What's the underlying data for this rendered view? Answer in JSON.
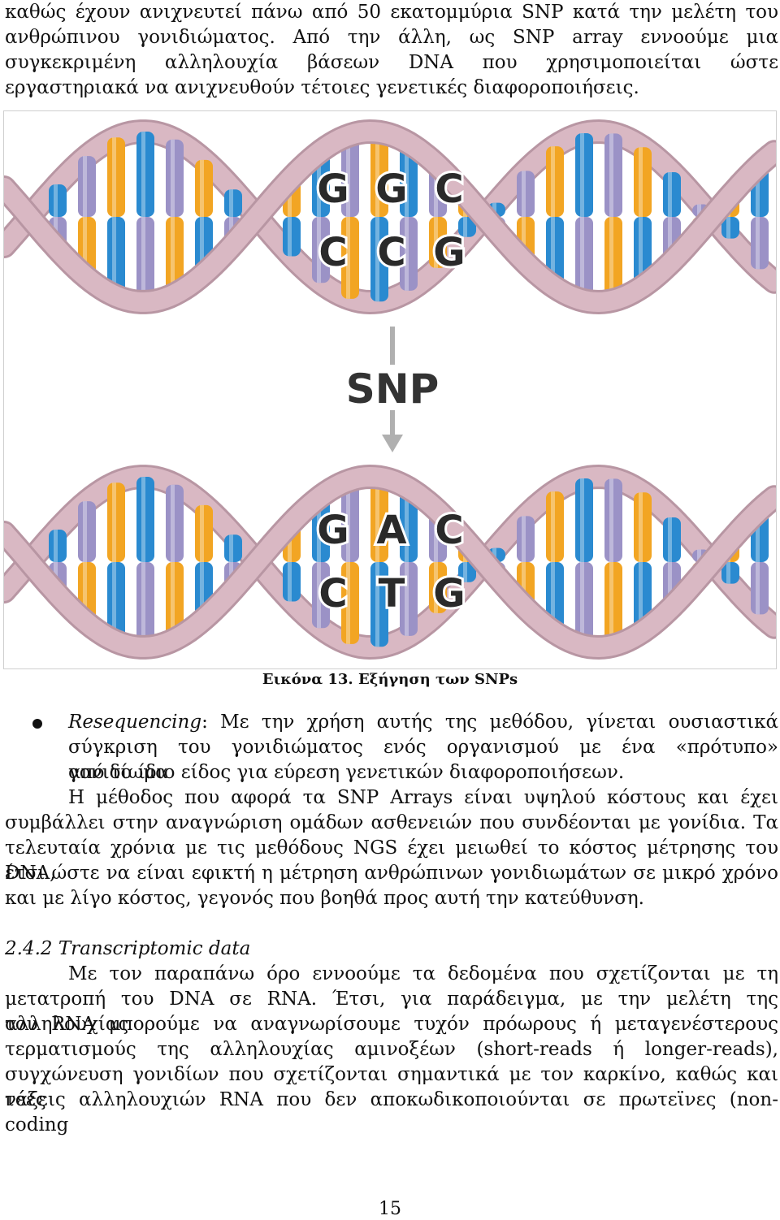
{
  "paragraph_top": [
    "καθώς έχουν ανιχνευτεί πάνω από 50 εκατομμύρια SNP κατά την μελέτη του",
    "ανθρώπινου γονιδιώματος. Από την άλλη, ως SNP array εννοούμε μια",
    "συγκεκριμένη αλληλουχία βάσεων DNA που χρησιμοποιείται ώστε",
    "εργαστηριακά να ανιχνευθούν τέτοιες γενετικές διαφοροποιήσεις."
  ],
  "figure": {
    "top_bases_upper": [
      "G",
      "G",
      "C"
    ],
    "top_bases_lower": [
      "C",
      "C",
      "G"
    ],
    "label": "SNP",
    "bottom_bases_upper": [
      "G",
      "A",
      "C"
    ],
    "bottom_bases_lower": [
      "C",
      "T",
      "G"
    ],
    "colors": {
      "backbone": "#d9b8c3",
      "backbone_edge": "#b896a3",
      "orange": "#f2a523",
      "blue": "#2a8ad0",
      "purple": "#9b92c6",
      "arrow": "#b0b0b0"
    }
  },
  "caption": "Εικόνα 13. Εξήγηση των SNPs",
  "bullet": {
    "term": "Resequencing",
    "lines": [
      ": Με την χρήση αυτής της μεθόδου, γίνεται ουσιαστικά",
      "σύγκριση του γονιδιώματος ενός οργανισμού με ένα «πρότυπο» γονιδίωμα",
      "από το ίδιο είδος για εύρεση γενετικών διαφοροποιήσεων."
    ]
  },
  "paragraph_snp": [
    "Η μέθοδος που αφορά τα SNP Arrays είναι υψηλού κόστους και έχει",
    "συμβάλλει στην αναγνώριση ομάδων ασθενειών που συνδέονται με γονίδια. Τα",
    "τελευταία χρόνια με τις μεθόδους NGS έχει μειωθεί το κόστος μέτρησης του DNA,",
    "έτσι ώστε να είναι εφικτή η μέτρηση ανθρώπινων γονιδιωμάτων σε μικρό χρόνο",
    "και με λίγο κόστος, γεγονός που βοηθά προς αυτή την κατεύθυνση."
  ],
  "section_heading": "2.4.2 Transcriptomic data",
  "paragraph_transcriptomic": [
    "Με τον παραπάνω όρο εννοούμε τα δεδομένα που σχετίζονται με τη",
    "μετατροπή του DNA σε RNA. Έτσι, για παράδειγμα, με την μελέτη της αλληλουχίας",
    "του RNA μπορούμε να αναγνωρίσουμε τυχόν πρόωρους ή μεταγενέστερους",
    "τερματισμούς της αλληλουχίας αμινοξέων (short-reads ή longer-reads),",
    "συγχώνευση γονιδίων που σχετίζονται σημαντικά με τον καρκίνο, καθώς και νέες",
    "τάξεις αλληλουχιών RNA που δεν αποκωδικοποιούνται σε πρωτεϊνες (non-coding"
  ],
  "page_number": "15"
}
